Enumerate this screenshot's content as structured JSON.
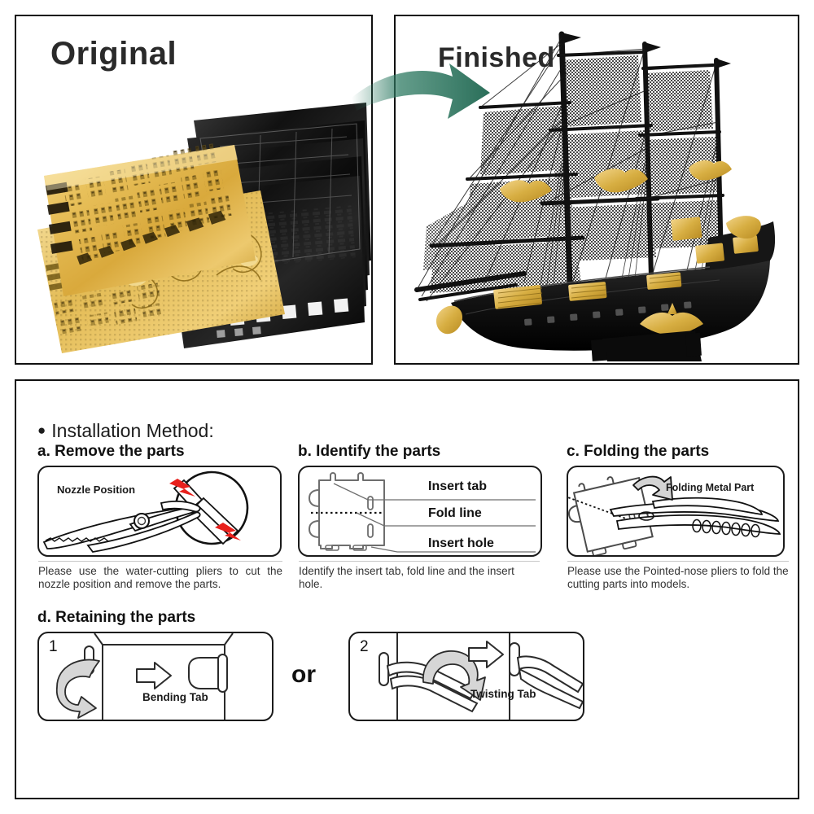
{
  "panels": {
    "original": {
      "title": "Original",
      "photo": "metal-model-kit-sheets-gold-black"
    },
    "finished": {
      "title": "Finished",
      "photo": "assembled-black-pirate-ship-model"
    }
  },
  "transition": {
    "icon": "curved-arrow-icon",
    "color": "#2f7b63"
  },
  "instructions": {
    "heading": "Installation Method:",
    "bullet": "●",
    "steps": [
      {
        "key": "a",
        "title": "a. Remove the parts",
        "figure_label": "Nozzle Position",
        "caption": "Please use the water-cutting pliers to cut the nozzle position and remove the parts.",
        "accent_color": "#e8201c"
      },
      {
        "key": "b",
        "title": "b. Identify the parts",
        "labels": [
          "Insert tab",
          "Fold line",
          "Insert hole"
        ],
        "caption": "Identify the insert tab, fold line and the insert hole."
      },
      {
        "key": "c",
        "title": "c. Folding the parts",
        "figure_label": "Folding Metal Part",
        "caption": "Please use the Pointed-nose pliers to fold the cutting parts into models."
      },
      {
        "key": "d",
        "title": "d. Retaining the parts",
        "options": [
          {
            "number": "1",
            "label": "Bending Tab"
          },
          {
            "number": "2",
            "label": "Twisting Tab"
          }
        ],
        "separator": "or"
      }
    ]
  }
}
